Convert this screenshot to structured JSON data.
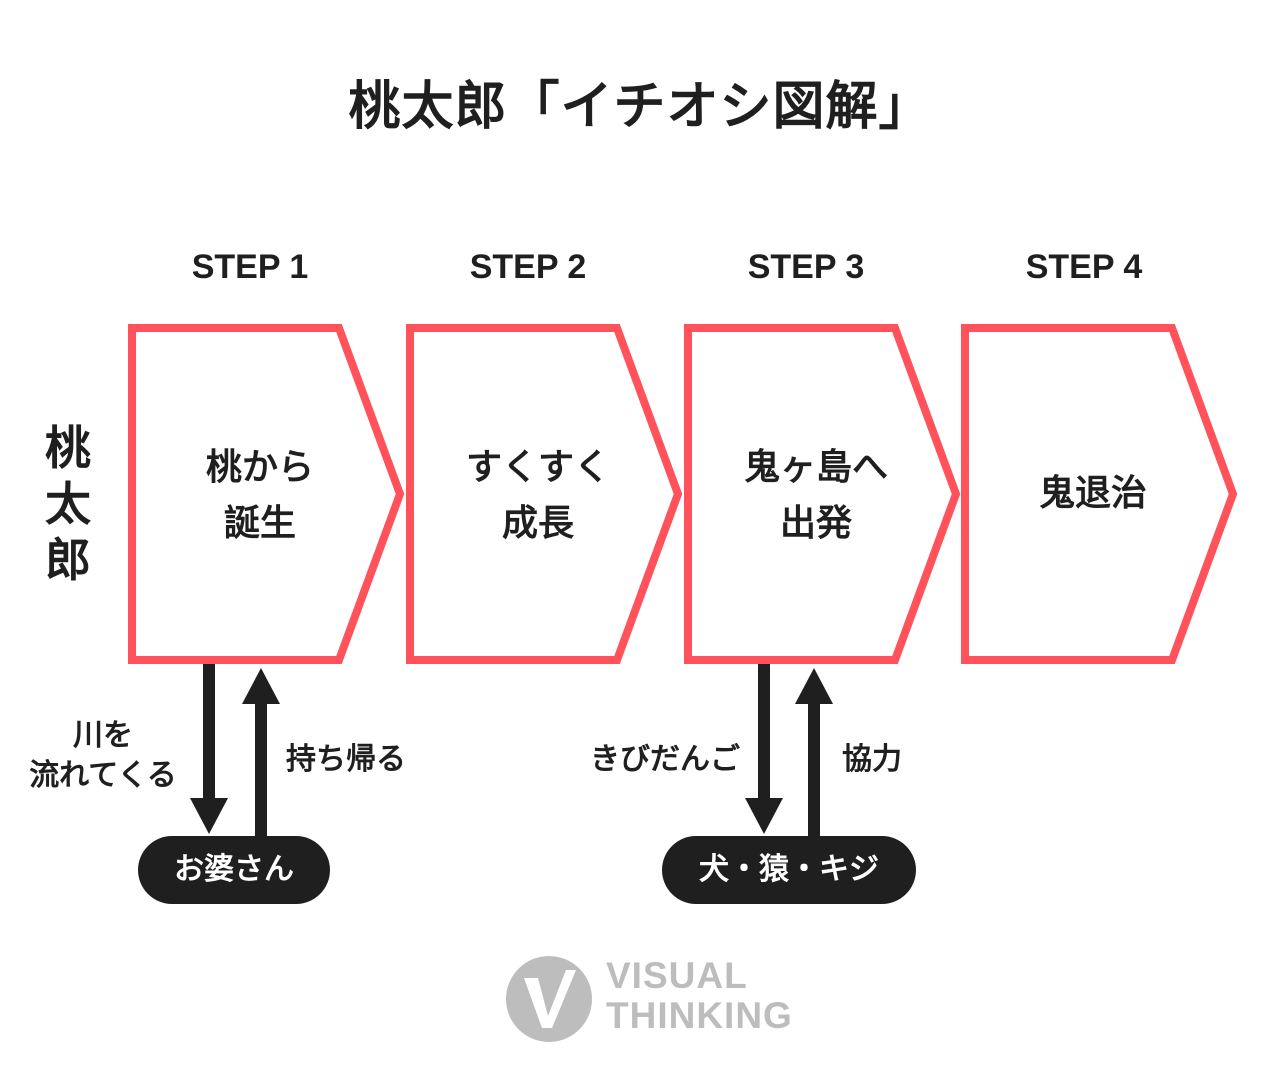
{
  "title": "桃太郎「イチオシ図解」",
  "side_label": [
    "桃",
    "太",
    "郎"
  ],
  "steps": [
    {
      "label": "STEP 1",
      "text": "桃から\n誕生"
    },
    {
      "label": "STEP 2",
      "text": "すくすく\n成長"
    },
    {
      "label": "STEP 3",
      "text": "鬼ヶ島へ\n出発"
    },
    {
      "label": "STEP 4",
      "text": "鬼退治"
    }
  ],
  "arrows": {
    "down_1": "川を\n流れてくる",
    "up_1": "持ち帰る",
    "down_3": "きびだんご",
    "up_3": "協力"
  },
  "pills": {
    "pill_1": "お婆さん",
    "pill_3": "犬・猿・キジ"
  },
  "logo": {
    "line1": "VISUAL",
    "line2": "THINKING"
  },
  "colors": {
    "accent": "#ff525b",
    "dark": "#1f1f1f",
    "logo": "#bdbdbd"
  }
}
